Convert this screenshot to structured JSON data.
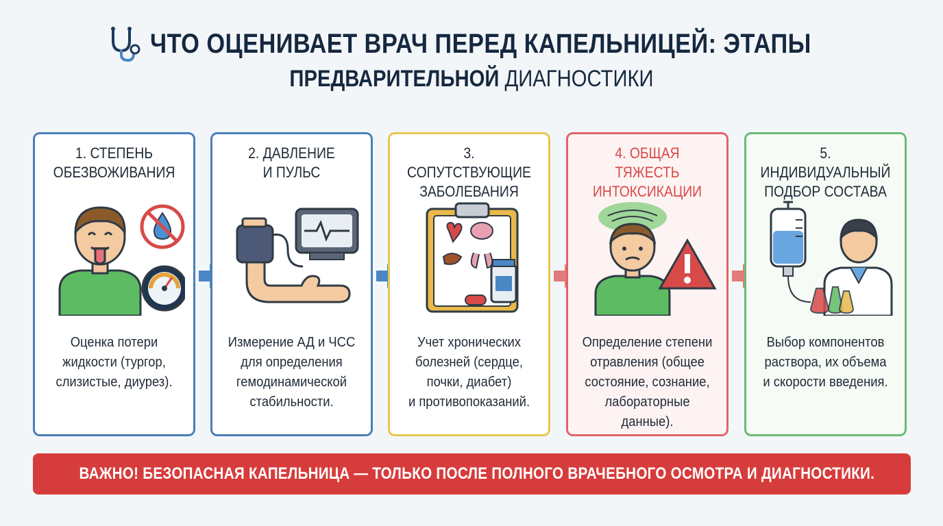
{
  "header": {
    "title_line1": "ЧТО ОЦЕНИВАЕТ ВРАЧ ПЕРЕД КАПЕЛЬНИЦЕЙ: ЭТАПЫ",
    "title_line2_bold": "ПРЕДВАРИТЕЛЬНОЙ",
    "title_line2_rest": " ДИАГНОСТИКИ",
    "icon": "stethoscope-icon"
  },
  "steps": [
    {
      "title_l1": "1. СТЕПЕНЬ",
      "title_l2": "ОБЕЗВОЖИВАНИЯ",
      "desc": [
        "Оценка потери",
        "жидкости (тургор,",
        "слизистые, диурез)."
      ],
      "color": "#4a7fb8"
    },
    {
      "title_l1": "2. ДАВЛЕНИЕ",
      "title_l2": "И ПУЛЬС",
      "desc": [
        "Измерение АД и ЧСС",
        "для определения",
        "гемодинамической",
        "стабильности."
      ],
      "color": "#4a7fb8"
    },
    {
      "title_l1": "3. СОПУТСТВУЮЩИЕ",
      "title_l2": "ЗАБОЛЕВАНИЯ",
      "desc": [
        "Учет хронических",
        "болезней (сердце,",
        "почки, диабет)",
        "и противопоказаний."
      ],
      "color": "#e6c74c"
    },
    {
      "title_l1": "4. ОБЩАЯ ТЯЖЕСТЬ",
      "title_l2": "ИНТОКСИКАЦИИ",
      "desc": [
        "Определение степени",
        "отравления (общее",
        "состояние, сознание,",
        "лабораторные",
        "данные)."
      ],
      "color": "#e06565"
    },
    {
      "title_l1": "5. ИНДИВИДУАЛЬНЫЙ",
      "title_l2": "ПОДБОР СОСТАВА",
      "desc": [
        "Выбор компонентов",
        "раствора, их объема",
        "и скорости введения."
      ],
      "color": "#6cbb73"
    }
  ],
  "banner": {
    "text": "ВАЖНО! БЕЗОПАСНАЯ КАПЕЛЬНИЦА — ТОЛЬКО ПОСЛЕ ПОЛНОГО ВРАЧЕБНОГО ОСМОТРА И ДИАГНОСТИКИ.",
    "color": "#d73c3c"
  }
}
